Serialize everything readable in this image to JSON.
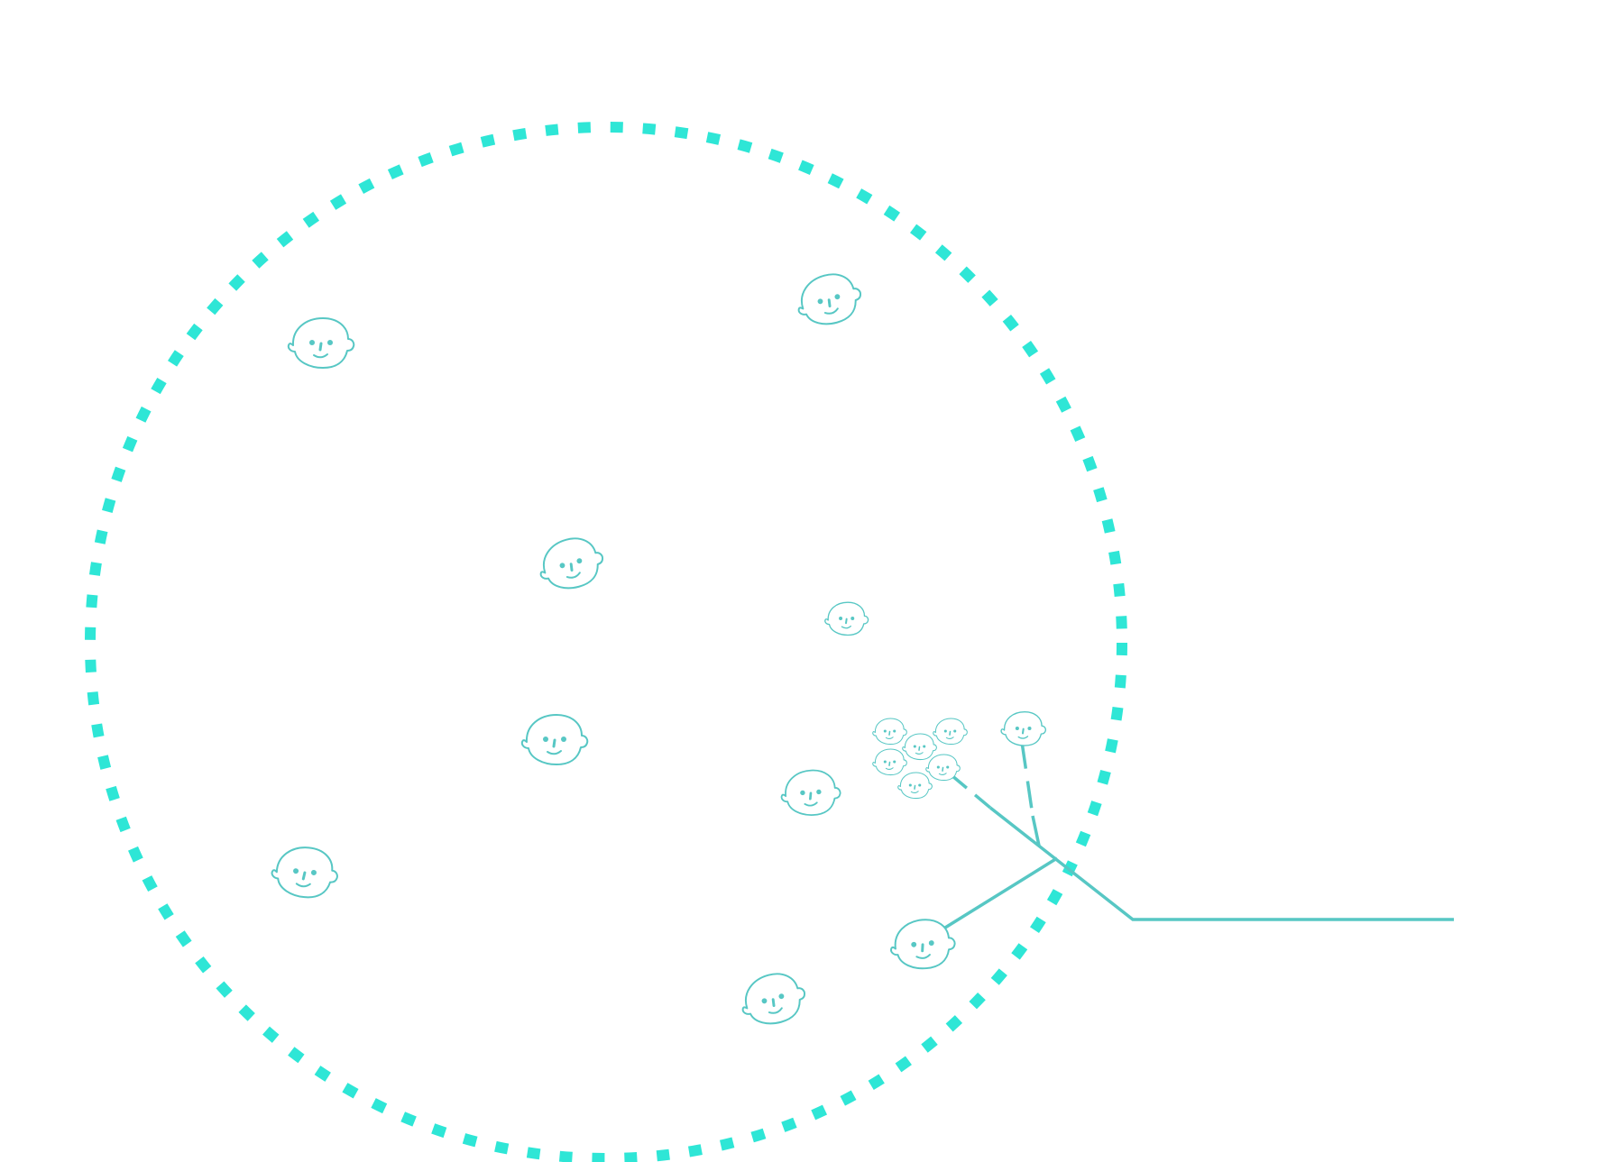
{
  "colors": {
    "boundary": "#2ee6d6",
    "line_art": "#57c7c4",
    "background": "#ffffff"
  },
  "figure": {
    "boundary_style": "dotted-circle",
    "face_icon": "smiling-face-icon",
    "face_count": 17,
    "group_size": 6,
    "connected_faces": [
      "face-group",
      "face-single-right",
      "face-single-bottom"
    ]
  }
}
